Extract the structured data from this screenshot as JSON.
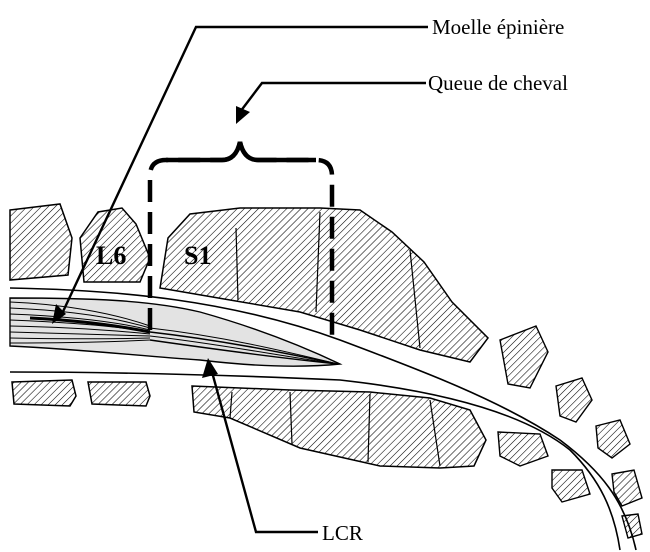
{
  "labels": {
    "spinal_cord": "Moelle épinière",
    "cauda_equina": "Queue de cheval",
    "csf": "LCR",
    "vertebra_l6": "L6",
    "vertebra_s1": "S1"
  },
  "colors": {
    "bone_hatch": "#000000",
    "csf_fill": "#e3e3e3",
    "outline": "#000000",
    "background": "#ffffff"
  }
}
